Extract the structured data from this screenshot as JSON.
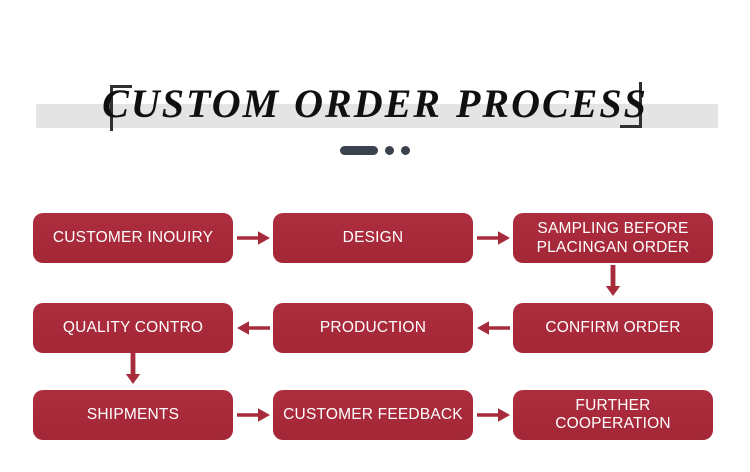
{
  "header": {
    "title_words": [
      "CUSTOM",
      "ORDER",
      "PROCESS"
    ],
    "title_full": "CUSTOM  ORDER  PROCESS",
    "band_color": "#e4e4e4",
    "bracket_color": "#2f2f33",
    "dots": {
      "dash_label": "dash",
      "dot_labels": [
        "dot",
        "dot"
      ],
      "color": "#3a434d"
    }
  },
  "flow": {
    "node_color": "#a82b3c",
    "node_text_color": "#ffffff",
    "arrow_color": "#a82b3c",
    "rows": [
      {
        "row_index": 1,
        "nodes": [
          {
            "id": "customer-inquiry",
            "label": "CUSTOMER INOUIRY",
            "lines": [
              "CUSTOMER INOUIRY"
            ]
          },
          {
            "id": "design",
            "label": "DESIGN",
            "lines": [
              "DESIGN"
            ]
          },
          {
            "id": "sampling-before-placing-an-order",
            "label": "SAMPLING BEFORE PLACINGAN ORDER",
            "lines": [
              "SAMPLING BEFORE",
              "PLACINGAN ORDER"
            ]
          }
        ],
        "connectors": [
          "arrow-right",
          "arrow-right"
        ]
      },
      {
        "row_index": 2,
        "nodes": [
          {
            "id": "quality-control",
            "label": "QUALITY CONTRO",
            "lines": [
              "QUALITY CONTRO"
            ]
          },
          {
            "id": "production",
            "label": "PRODUCTION",
            "lines": [
              "PRODUCTION"
            ]
          },
          {
            "id": "confirm-order",
            "label": "CONFIRM ORDER",
            "lines": [
              "CONFIRM ORDER"
            ]
          }
        ],
        "connectors": [
          "arrow-left",
          "arrow-left"
        ]
      },
      {
        "row_index": 3,
        "nodes": [
          {
            "id": "shipments",
            "label": "SHIPMENTS",
            "lines": [
              "SHIPMENTS"
            ]
          },
          {
            "id": "customer-feedback",
            "label": "CUSTOMER FEEDBACK",
            "lines": [
              "CUSTOMER FEEDBACK"
            ]
          },
          {
            "id": "further-cooperation",
            "label": "FURTHER COOPERATION",
            "lines": [
              "FURTHER COOPERATION"
            ]
          }
        ],
        "connectors": [
          "arrow-right",
          "arrow-right"
        ]
      }
    ],
    "vertical_connectors": [
      {
        "id": "sampling-to-confirm-order",
        "direction": "down",
        "position": "right"
      },
      {
        "id": "quality-control-to-shipments",
        "direction": "down",
        "position": "left"
      }
    ]
  }
}
